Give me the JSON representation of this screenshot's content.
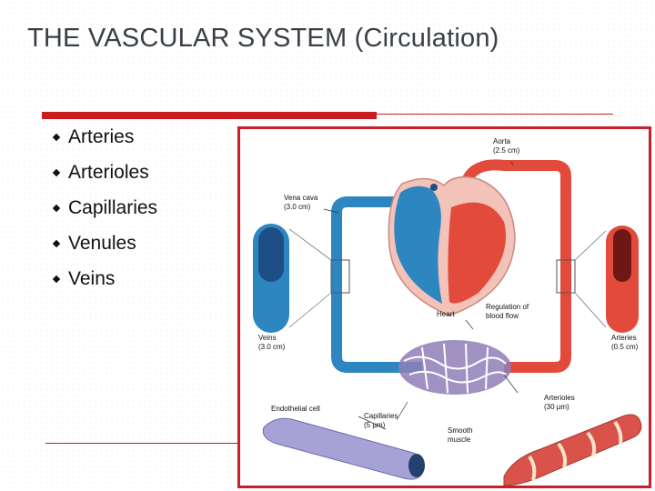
{
  "slide": {
    "title": "THE VASCULAR SYSTEM (Circulation)"
  },
  "bullets": [
    "Arteries",
    "Arterioles",
    "Capillaries",
    "Venules",
    "Veins"
  ],
  "figure": {
    "labels": {
      "aorta": "Aorta",
      "aorta_size": "(2.5 cm)",
      "vena_cava": "Vena cava",
      "vena_cava_size": "(3.0 cm)",
      "heart": "Heart",
      "regulation_1": "Regulation of",
      "regulation_2": "blood flow",
      "veins": "Veins",
      "veins_size": "(3.0 cm)",
      "arteries": "Arteries",
      "arteries_size": "(0.5 cm)",
      "endothelial": "Endothelial cell",
      "capillaries": "Capillaries",
      "capillaries_size": "(5 µm)",
      "arterioles": "Arterioles",
      "arterioles_size": "(30 µm)",
      "smooth_1": "Smooth",
      "smooth_2": "muscle"
    },
    "colors": {
      "venous_blue": "#2e86c1",
      "arterial_red": "#e24b3b",
      "frame_red": "#c72028"
    }
  }
}
